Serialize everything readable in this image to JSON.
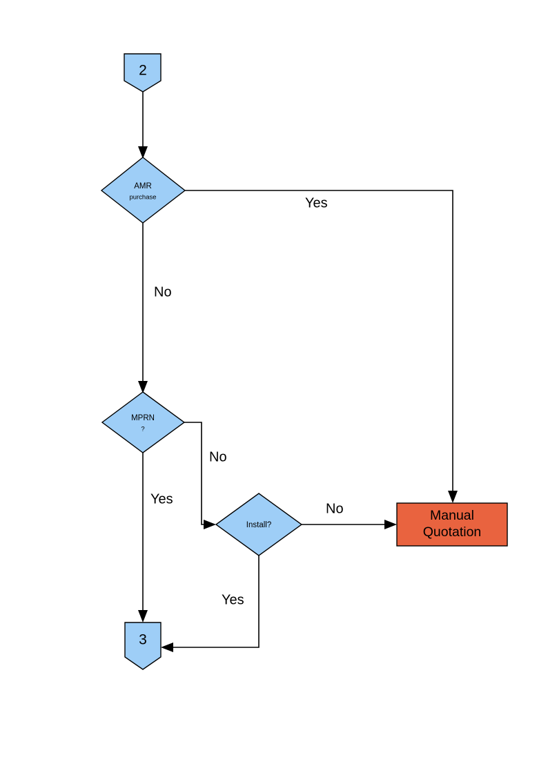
{
  "diagram": {
    "type": "flowchart",
    "title": "",
    "background_color": "#ffffff",
    "line_color": "#000000",
    "colors": {
      "connector_fill": "#9ECEF7",
      "decision_fill": "#9ECEF7",
      "process_fill": "#E9633F",
      "stroke": "#000000"
    },
    "nodes": {
      "start_connector": {
        "label": "2",
        "shape": "pentagon-down",
        "fill": "#9ECEF7"
      },
      "amr_decision": {
        "label_line1": "AMR",
        "label_line2": "purchase",
        "shape": "diamond",
        "fill": "#9ECEF7"
      },
      "mprn_decision": {
        "label_line1": "MPRN",
        "label_line2": "?",
        "shape": "diamond",
        "fill": "#9ECEF7"
      },
      "install_decision": {
        "label": "Install?",
        "shape": "diamond",
        "fill": "#9ECEF7"
      },
      "manual_quotation": {
        "label_line1": "Manual",
        "label_line2": "Quotation",
        "shape": "rectangle",
        "fill": "#E9633F"
      },
      "end_connector": {
        "label": "3",
        "shape": "pentagon-down",
        "fill": "#9ECEF7"
      }
    },
    "edges": [
      {
        "id": "start-to-amr",
        "from": "start_connector",
        "to": "amr_decision",
        "label": ""
      },
      {
        "id": "amr-yes",
        "from": "amr_decision",
        "to": "manual_quotation",
        "label": "Yes"
      },
      {
        "id": "amr-no",
        "from": "amr_decision",
        "to": "mprn_decision",
        "label": "No"
      },
      {
        "id": "mprn-no",
        "from": "mprn_decision",
        "to": "install_decision",
        "label": "No"
      },
      {
        "id": "mprn-yes",
        "from": "mprn_decision",
        "to": "end_connector",
        "label": "Yes"
      },
      {
        "id": "install-no",
        "from": "install_decision",
        "to": "manual_quotation",
        "label": "No"
      },
      {
        "id": "install-yes",
        "from": "install_decision",
        "to": "end_connector",
        "label": "Yes"
      }
    ]
  }
}
